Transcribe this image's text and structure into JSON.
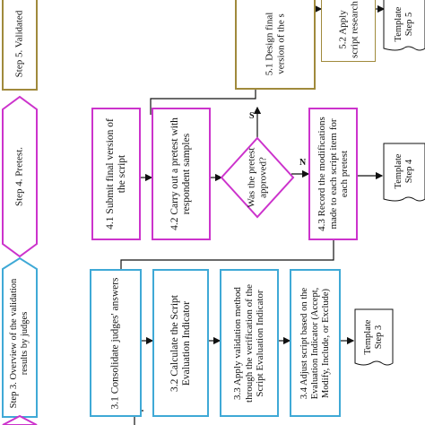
{
  "colors": {
    "step5": "#a08a3c",
    "step4": "#cc33cc",
    "step3": "#3fa9d6",
    "line": "#111111"
  },
  "phases": {
    "step5": "Step 5. Validated",
    "step4": "Step 4. Pretest.",
    "step3": "Step 3.  Overview of the validation results by judges"
  },
  "step5": {
    "s5_1": "5.1 Design final version of the s",
    "s5_2": "5.2 Apply script research",
    "template": "Template Step 5"
  },
  "step4": {
    "s4_1": "4.1 Submit final version of the script",
    "s4_2": "4.2 Carry out a pretest with respondent samples",
    "decision": "Was the pretest approved?",
    "s4_3": "4.3 Record the modifications made to each script item for each pretest",
    "template": "Template Step 4",
    "yes_label": "S",
    "no_label": "N"
  },
  "step3": {
    "s3_1": "3.1 Consolidate judges' answers",
    "s3_2": "3.2 Calculate the Script Evaluation Indicator",
    "s3_3": "3.3 Apply validation method through the verification of the Script Evaluation Indicator",
    "s3_4": "3.4 Adjust script based on the Evaluation Indicator (Accept, Modify, Include, or Exclude)",
    "template": "Template Step 3"
  }
}
